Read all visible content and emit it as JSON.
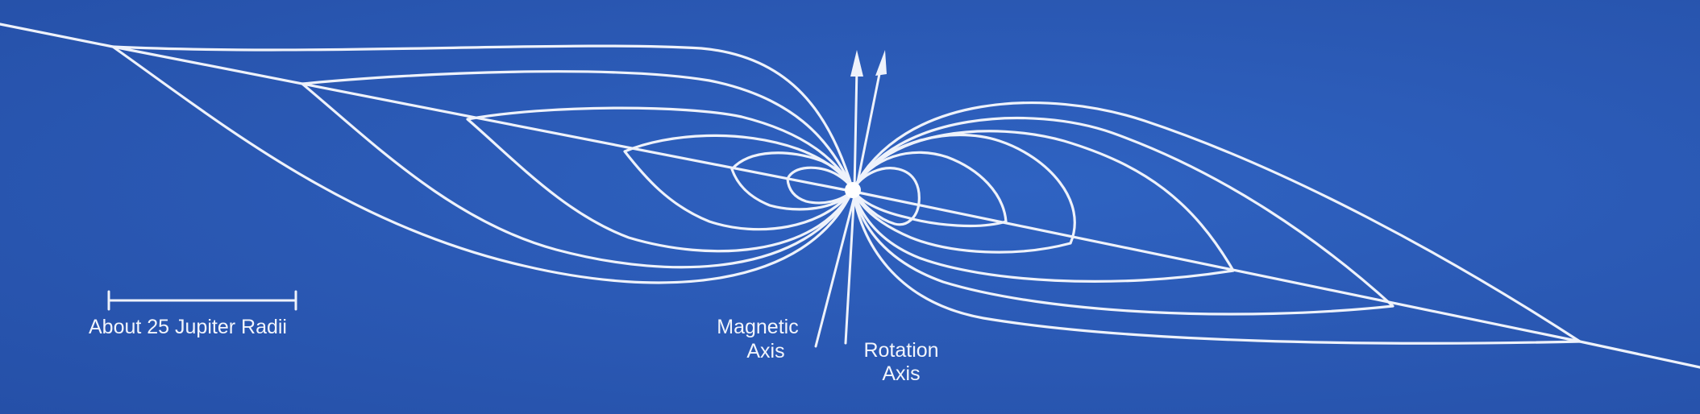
{
  "diagram": {
    "scale_label": "About 25 Jupiter Radii",
    "magnetic_axis_label": [
      "Magnetic",
      "Axis"
    ],
    "rotation_axis_label": [
      "Rotation",
      "Axis"
    ]
  },
  "colors": {
    "background": "#2a58b3",
    "line": "#eef2fb"
  }
}
